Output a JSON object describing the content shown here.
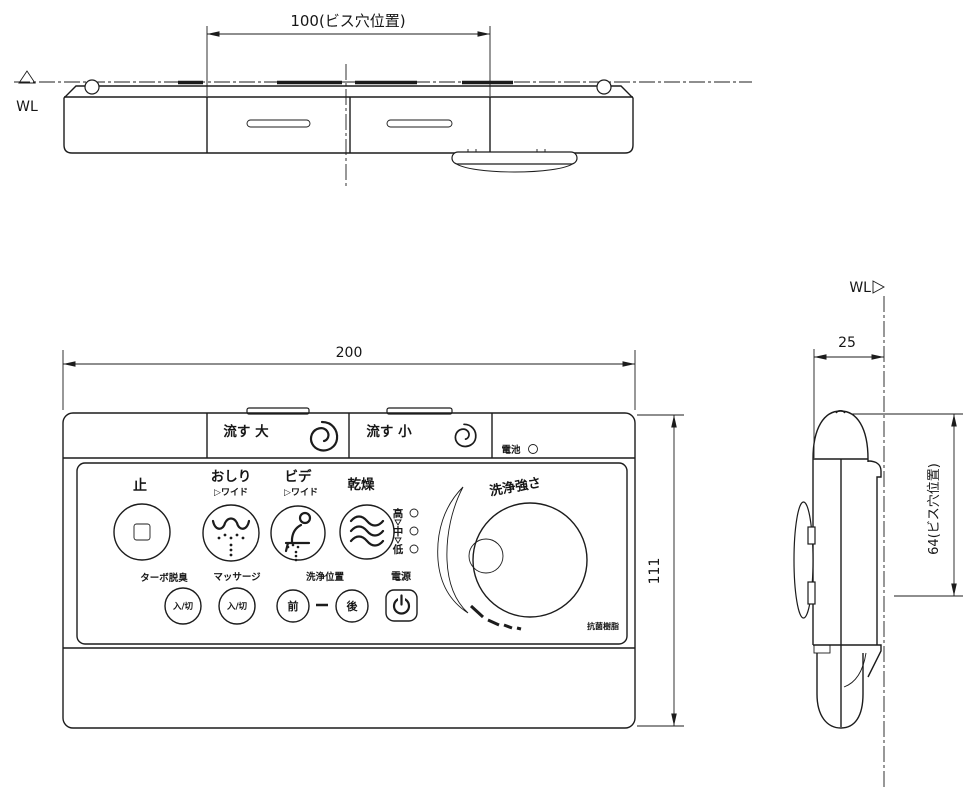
{
  "drawing": {
    "colors": {
      "line": "#1c1c1c",
      "background": "#ffffff"
    },
    "top_view": {
      "dim_screw_pitch": "100(ビス穴位置)",
      "waterline_label": "WL"
    },
    "front_view": {
      "dim_width": "200",
      "dim_height": "111",
      "strip": {
        "flush_large": "流す 大",
        "flush_small": "流す 小",
        "battery_label": "電池"
      },
      "buttons": {
        "stop": "止",
        "rear_wash": "おしり",
        "rear_wash_sub": "▷ワイド",
        "bidet": "ビデ",
        "bidet_sub": "▷ワイド",
        "dryer": "乾燥",
        "level_high": "高",
        "level_mid": "中",
        "level_low": "低",
        "spray_strength": "洗浄強さ",
        "turbo_deodorize": "ターボ脱臭",
        "massage": "マッサージ",
        "on_off": "入/切",
        "wash_position": "洗浄位置",
        "position_front": "前",
        "position_rear": "後",
        "power": "電源"
      },
      "corner_mark": "抗菌樹脂"
    },
    "side_view": {
      "waterline_label": "WL",
      "dim_depth": "25",
      "dim_screw_height": "64(ビス穴位置)"
    }
  }
}
